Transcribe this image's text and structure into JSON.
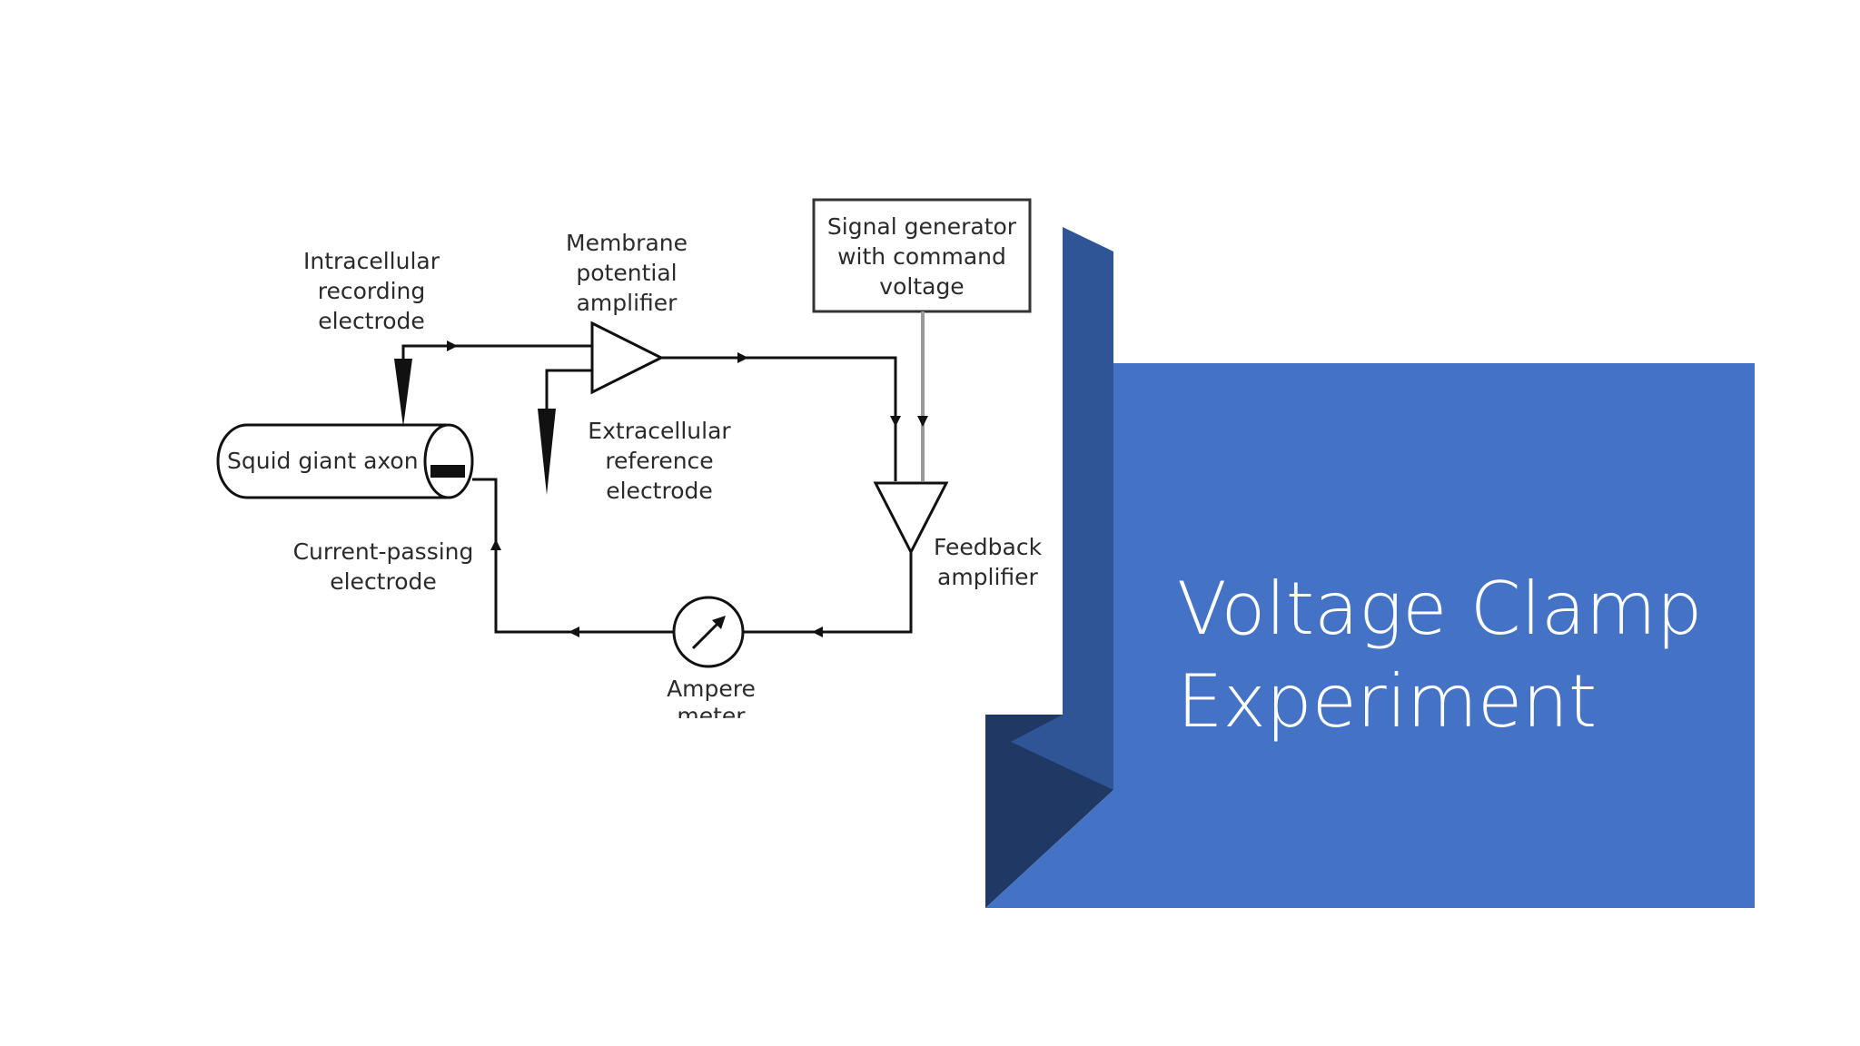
{
  "slide": {
    "title_line1": "Voltage Clamp",
    "title_line2": "Experiment",
    "accent_color": "#4472c4",
    "accent_dark": "#2f5597",
    "accent_darker": "#203864"
  },
  "diagram": {
    "labels": {
      "intracellular_1": "Intracellular",
      "intracellular_2": "recording",
      "intracellular_3": "electrode",
      "membrane_1": "Membrane",
      "membrane_2": "potential",
      "membrane_3": "amplifier",
      "signal_1": "Signal generator",
      "signal_2": "with command",
      "signal_3": "voltage",
      "axon": "Squid giant axon",
      "extracellular_1": "Extracellular",
      "extracellular_2": "reference",
      "extracellular_3": "electrode",
      "current_1": "Current-passing",
      "current_2": "electrode",
      "feedback_1": "Feedback",
      "feedback_2": "amplifier",
      "ampere_1": "Ampere",
      "ampere_2": "meter"
    }
  }
}
